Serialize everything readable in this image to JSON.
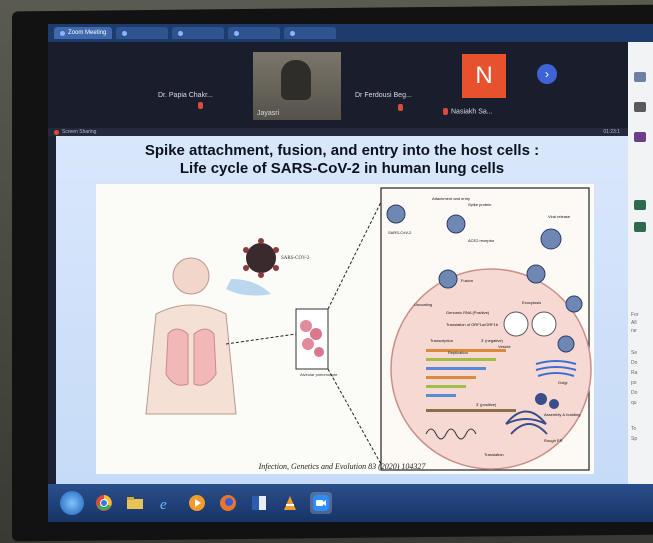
{
  "browser": {
    "tabs": [
      {
        "label": "Zoom Meeting",
        "active": true
      },
      {
        "label": "",
        "active": false
      },
      {
        "label": "",
        "active": false
      },
      {
        "label": "",
        "active": false
      },
      {
        "label": "",
        "active": false
      }
    ]
  },
  "meeting": {
    "participants": [
      {
        "name": "Dr. Papia Chakr..."
      },
      {
        "name": "Jayasri"
      },
      {
        "name": "Dr Ferdousi Beg..."
      },
      {
        "name": "Nasiakh Sa..."
      }
    ],
    "avatar_letter": "N",
    "next_arrow": "›",
    "share_label": "Screen Sharing",
    "share_time": "01:23:1"
  },
  "slide": {
    "title_line1": "Spike attachment, fusion, and entry into the host cells :",
    "title_line2": "Life cycle of SARS-CoV-2 in human lung cells",
    "citation": "Infection, Genetics and Evolution 83 (2020) 104327",
    "figure_labels": {
      "sars": "SARS-CoV-2",
      "attachment": "Attachment and entry",
      "spike": "Spike protein",
      "ace2": "ACE2 receptor",
      "fusion": "Fusion",
      "uncoating": "Uncoating",
      "genomic": "Genomic RNA (Positive)",
      "translation_orf": "Translation of ORF1a/ORF1b",
      "transcription": "Transcription",
      "negative": "3' (negative)",
      "replication": "Replication",
      "positive": "3' (positive)",
      "translation": "Translation",
      "rough_er": "Rough ER",
      "assembly": "Assembly & budding",
      "golgi": "Golgi",
      "vesicle": "Vesicle",
      "exocytosis": "Exocytosis",
      "viral_release": "Viral release",
      "lung_label": "Alveolar pneumocyte",
      "virus_label": "SARS-COV-2"
    }
  },
  "side_panel": {
    "lines": [
      "For",
      "All",
      "ne",
      "Se",
      "Do",
      "Ra",
      "po",
      "Do",
      "qu",
      "To",
      "Sp"
    ]
  },
  "taskbar": {
    "items": [
      "start-icon",
      "chrome-icon",
      "explorer-icon",
      "ie-icon",
      "media-icon",
      "firefox-icon",
      "word-icon",
      "vlc-icon",
      "zoom-icon"
    ]
  },
  "colors": {
    "tab_bar": "#1e3b6e",
    "avatar": "#e8512d",
    "slide_bg": "#c6dbf7",
    "mic_muted": "#d64b3a"
  }
}
